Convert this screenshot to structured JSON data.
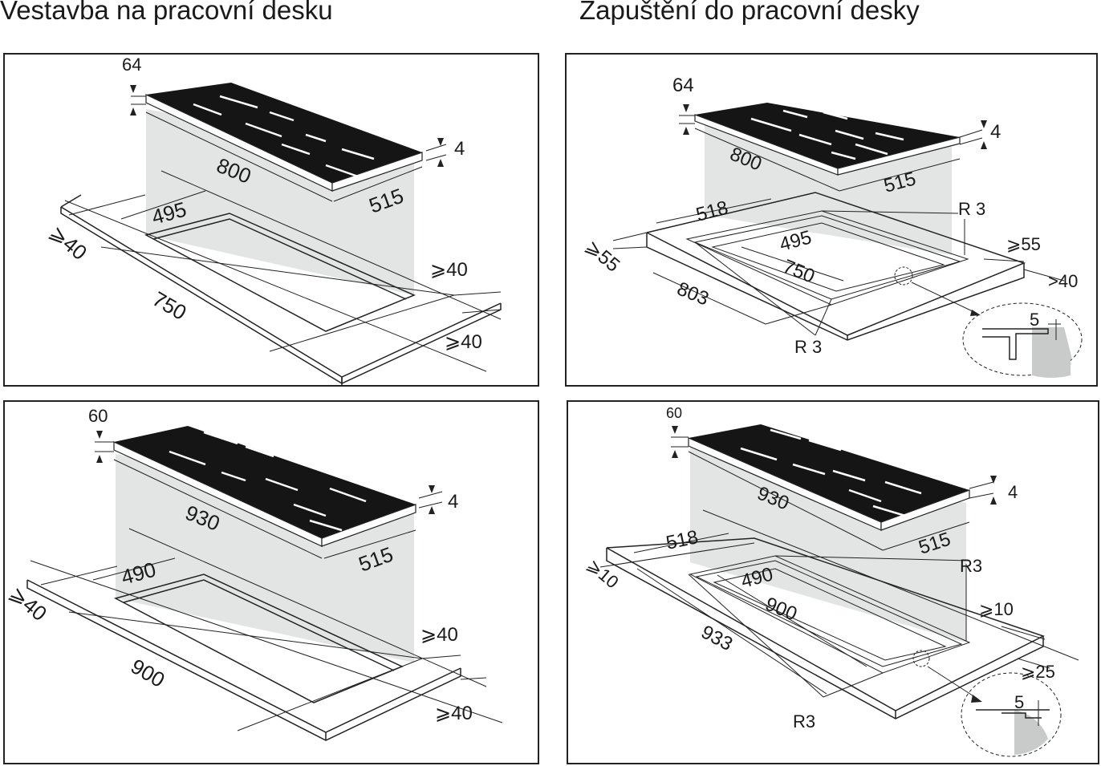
{
  "headings": {
    "left": "Vestavba na pracovní desku",
    "right": "Zapuštění do pracovní desky"
  },
  "panels": {
    "tl": {
      "height": "64",
      "length": "800",
      "depth": "515",
      "thickness": "4",
      "cut_depth": "495",
      "cut_length": "750",
      "margin_left": "⩾40",
      "margin_back": "⩾40",
      "margin_front": "⩾40"
    },
    "bl": {
      "height": "60",
      "length": "930",
      "depth": "515",
      "thickness": "4",
      "cut_depth": "490",
      "cut_length": "900",
      "margin_left": "⩾40",
      "margin_back": "⩾40",
      "margin_front": "⩾40"
    },
    "tr": {
      "height": "64",
      "length": "800",
      "depth": "515",
      "thickness": "4",
      "rebate_depth": "518",
      "cut_depth": "495",
      "cut_length": "750",
      "rebate_length": "803",
      "margin_left": "⩾55",
      "margin_back": "⩾55",
      "margin_front": ">40",
      "radius_top": "R 3",
      "radius_bottom": "R 3",
      "detail": "5"
    },
    "br": {
      "height": "60",
      "length": "930",
      "depth": "515",
      "thickness": "4",
      "rebate_depth": "518",
      "cut_depth": "490",
      "cut_length": "900",
      "rebate_length": "933",
      "margin_left": "⩾10",
      "margin_back": "⩾10",
      "margin_front": "⩾25",
      "radius_top": "R3",
      "radius_bottom": "R3",
      "detail": "5"
    }
  },
  "colors": {
    "hob": "#151515",
    "shadow": "#e3e4e4",
    "line": "#222222",
    "detail": "#c9caca"
  }
}
